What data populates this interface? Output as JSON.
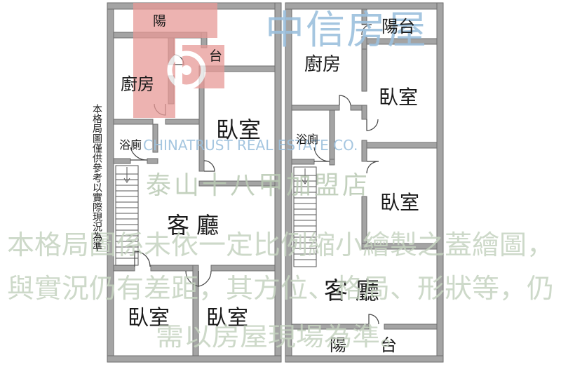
{
  "rooms": {
    "left_balcony_top": "陽",
    "left_balcony_tai": "台",
    "left_kitchen": "廚房",
    "left_bath": "浴廁",
    "left_bedroom_main": "臥室",
    "left_living": "客 廳",
    "left_bedroom_bl": "臥室",
    "left_bedroom_br": "臥室",
    "right_kitchen": "廚房",
    "right_balcony_top": "陽台",
    "right_bedroom_top": "臥室",
    "right_bath": "浴廁",
    "right_bedroom_mid": "臥室",
    "right_living": "客 廳",
    "right_balcony_bottom_1": "陽",
    "right_balcony_bottom_2": "台"
  },
  "side_note": "本格局圖僅供參考以實際現況為準",
  "watermark": {
    "brand_cn": "中信房屋",
    "brand_en": "CHINATRUST REAL ESTATE CO.",
    "branch": "泰山十八甲加盟店",
    "disclaimer_line1": "本格局圖係未依一定比例縮小繪製之蓋繪圖，",
    "disclaimer_line2": "與實況仍有差距，其方位、格局、形狀等，仍",
    "disclaimer_line3": "需以房屋現場為準。"
  },
  "colors": {
    "wall": "#a4a4a4",
    "wall_edge": "#6e6e6e",
    "logo_red": "#e89a97",
    "logo_blue": "#9cc0dd",
    "watermark_green": "#c5d3c0"
  }
}
